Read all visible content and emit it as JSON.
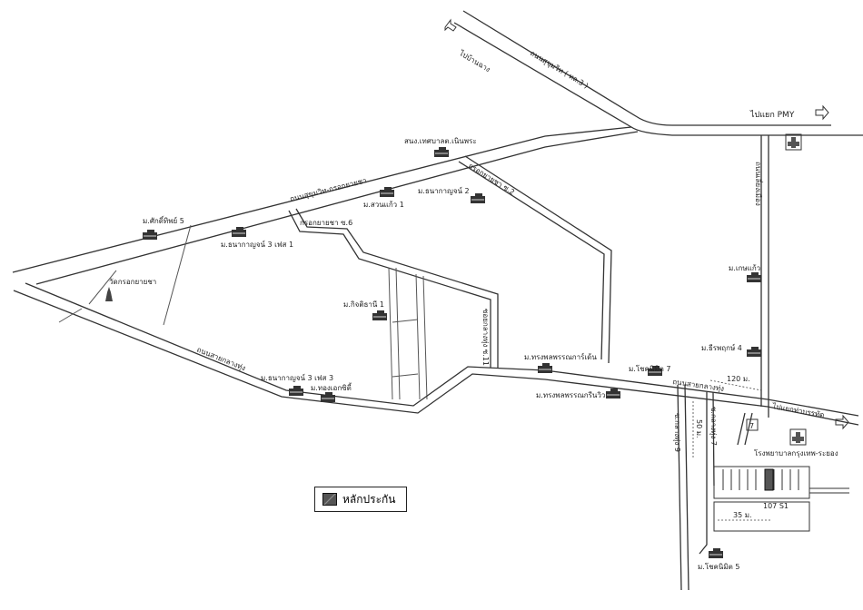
{
  "map": {
    "roads": {
      "sukhumvit_hwy3": "ถนนสุขุมวิท ( ทล.3 )",
      "sukhumvit_krok": "ถนนสุขุมวิท-กรอกยายชา",
      "krok_soi2": "กรอกยายชา ซ.2",
      "krok_soi6": "กรอกยายชา ซ.6",
      "klangthung_left": "ถนนสายกลางทุ่ง",
      "klangthung_right": "ถนนสายกลางทุ่ง",
      "klangthung_soi11": "ซอยกลางทุ่ง ซ.11",
      "right_vertical": "ถนนเลี่ยงเมือง",
      "soi_a": "ซ.กลางทุ่ง 9",
      "soi_b": "ซ.กลางทุ่ง 7"
    },
    "directions": {
      "to_top_left": "ไปบ้านฉาง",
      "to_pmy": "ไปแยก PMY",
      "to_bottom_right": "ไปแยกท่าบรรทัด"
    },
    "places": {
      "municipal_office": "สนง.เทศบาลต.เนินพระ",
      "thanakan_2": "ม.ธนากาญจน์ 2",
      "suankaew_1": "ม.สวนแก้ว 1",
      "sakthip_5": "ม.ศักดิ์ทิพย์ 5",
      "thanakan_3_p1": "ม.ธนากาญจน์ 3 เฟส 1",
      "temple": "วัดกรอกยายชา",
      "kitti_1": "ม.กิจติธานี 1",
      "thanakan_3_p3": "ม.ธนากาญจน์ 3 เฟส 3",
      "thong_ek": "ม.ทองเอกซิตี้",
      "songphon_garden": "ม.ทรงพลพรรณการ์เด้น",
      "songphon_green": "ม.ทรงพลพรรณกรีนวิว",
      "chok_7": "ม.โชคนิมิต 7",
      "ketkaew": "ม.เกษแก้ว",
      "theera_4": "ม.ธีรพฤกษ์ 4",
      "hospital": "โรงพยาบาลกรุงเทพ-ระยอง",
      "chok_5": "ม.โชคนิมิต 5"
    },
    "measurements": {
      "dist_120": "120 ม.",
      "dist_50": "50 ม.",
      "dist_35": "35 ม.",
      "plot": "107 S1"
    },
    "icons": {
      "hospital": "red-cross-icon",
      "store": "seven-eleven-icon",
      "temple": "temple-icon",
      "village": "building-icon"
    },
    "legend": {
      "collateral": "หลักประกัน"
    }
  }
}
